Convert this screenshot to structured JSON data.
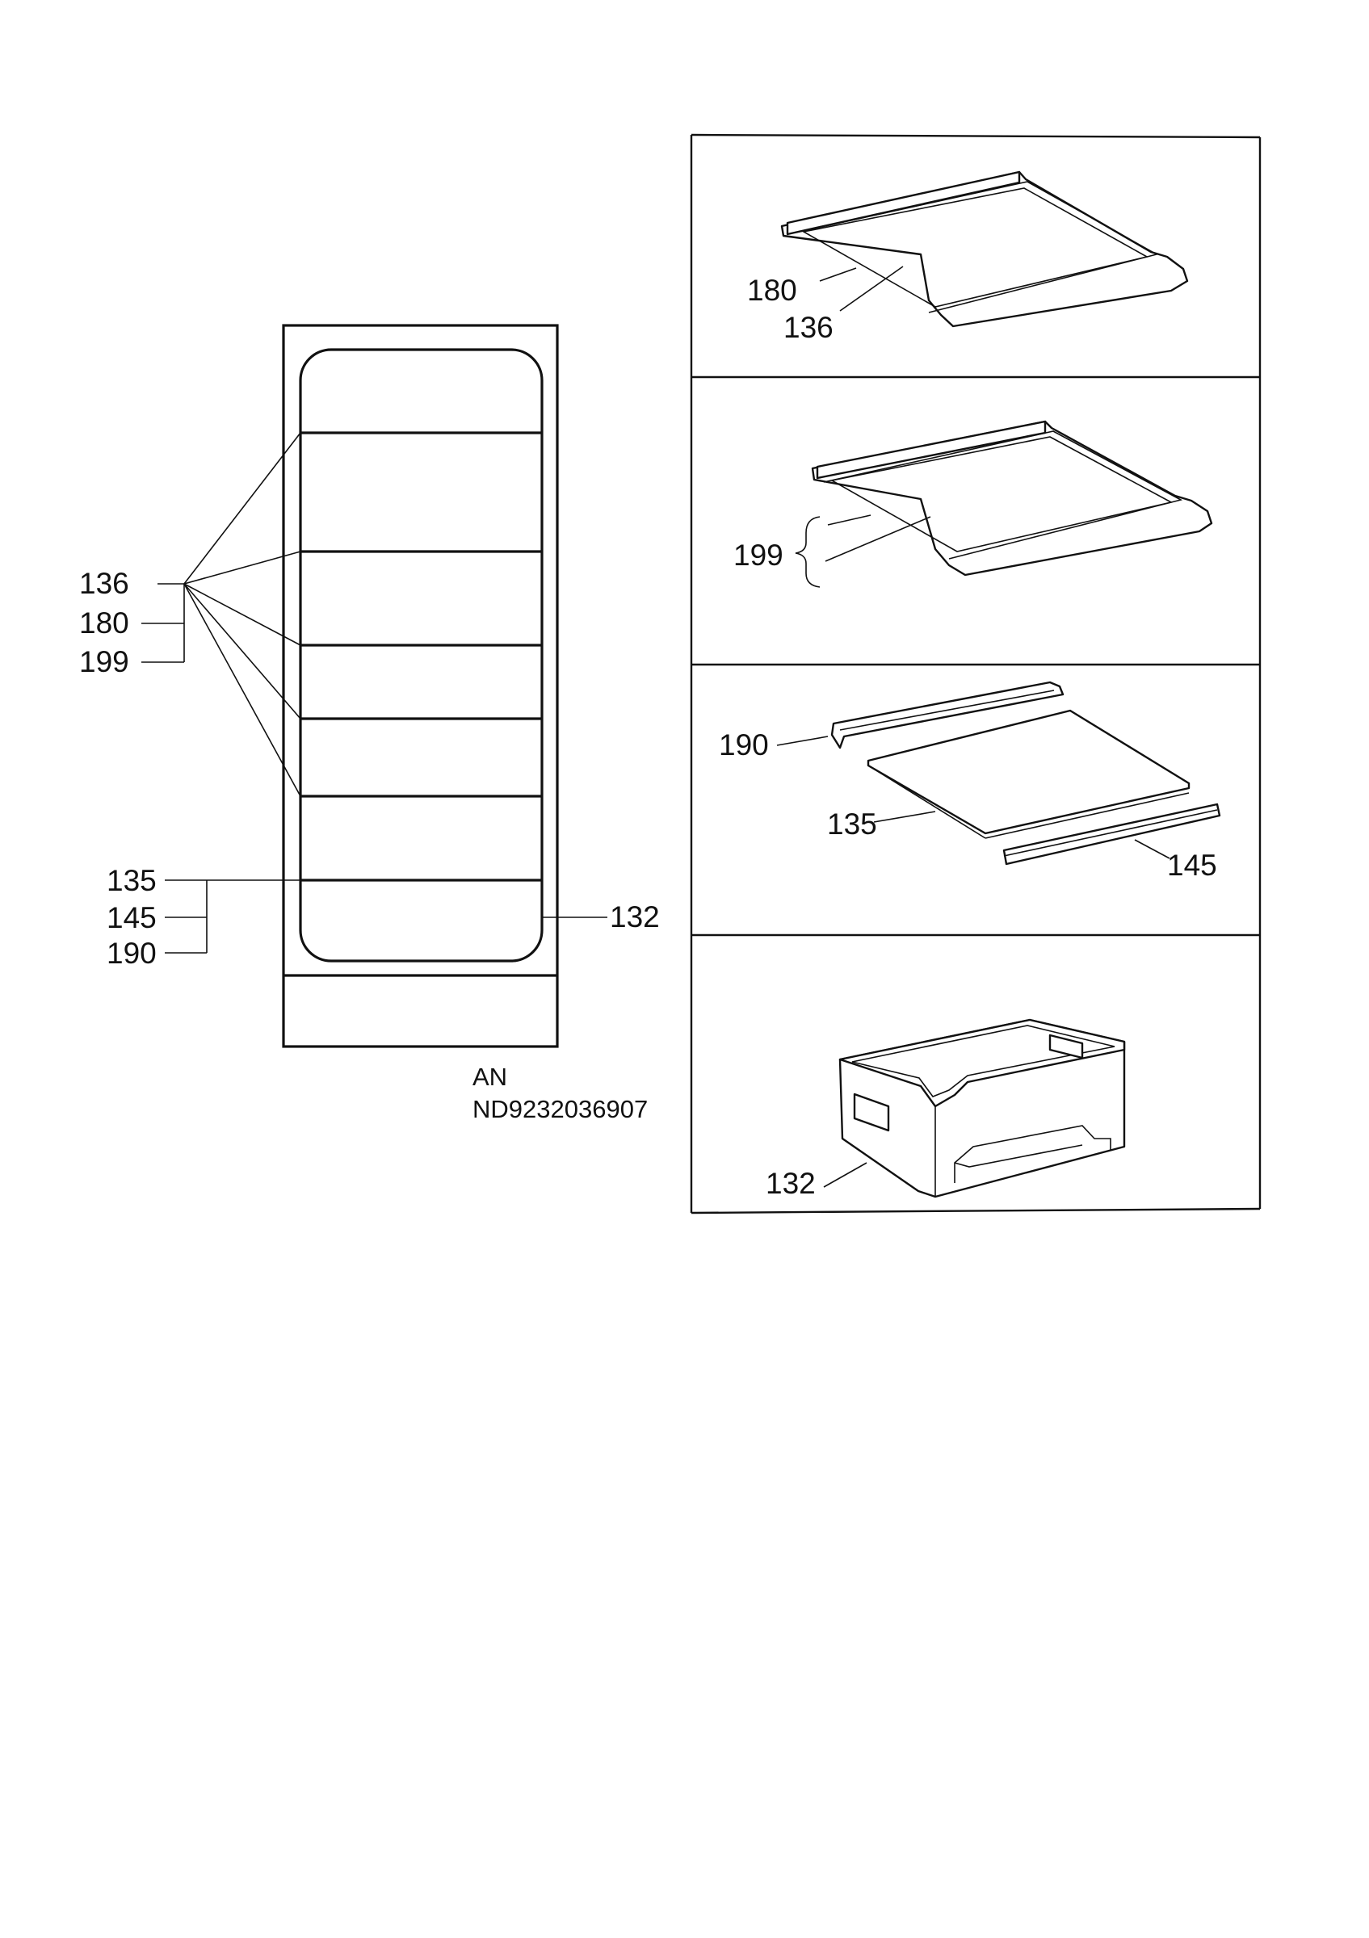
{
  "diagram_code": {
    "line1": "AN",
    "line2": "ND9232036907"
  },
  "overview_labels": {
    "shelf_group": [
      "136",
      "180",
      "199"
    ],
    "bottom_group": [
      "135",
      "145",
      "190"
    ],
    "drawer": "132"
  },
  "panels": [
    {
      "labels": [
        "180",
        "136"
      ]
    },
    {
      "labels": [
        "199"
      ]
    },
    {
      "labels": [
        "190",
        "135",
        "145"
      ]
    },
    {
      "labels": [
        "132"
      ]
    }
  ]
}
